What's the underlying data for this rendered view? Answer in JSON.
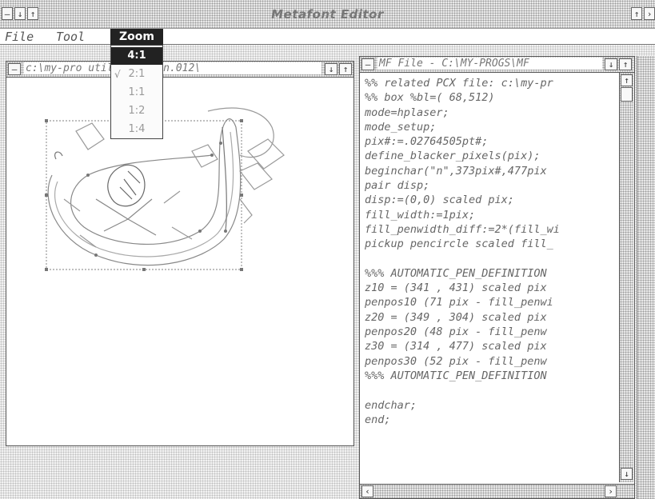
{
  "window": {
    "title": "Metafont Editor",
    "system_menu_icon": "system-menu-icon",
    "min_icon": "minimize-icon",
    "max_icon": "maximize-icon"
  },
  "menubar": {
    "items": [
      {
        "label": "File"
      },
      {
        "label": "Tool"
      }
    ],
    "open_menu": {
      "label": "Zoom"
    }
  },
  "zoom_menu": {
    "options": [
      {
        "label": "4:1",
        "selected": true,
        "checked": false
      },
      {
        "label": "2:1",
        "selected": false,
        "checked": true
      },
      {
        "label": "1:1",
        "selected": false,
        "checked": false
      },
      {
        "label": "1:2",
        "selected": false,
        "checked": false
      },
      {
        "label": "1:4",
        "selected": false,
        "checked": false
      }
    ],
    "check_glyph": "√"
  },
  "glyph_window": {
    "title": "c:\\my-pro       utils\\prj\\win.012\\"
  },
  "mf_window": {
    "title": "MF File - C:\\MY-PROGS\\MF",
    "lines": [
      "%% related PCX file: c:\\my-pr",
      "%% box %bl=( 68,512)",
      "mode=hplaser;",
      "mode_setup;",
      "pix#:=.02764505pt#;",
      "define_blacker_pixels(pix);",
      "beginchar(\"n\",373pix#,477pix",
      "pair disp;",
      "disp:=(0,0) scaled pix;",
      "fill_width:=1pix;",
      "fill_penwidth_diff:=2*(fill_wi",
      "pickup pencircle scaled fill_",
      "",
      "%%% AUTOMATIC_PEN_DEFINITION",
      "z10 = (341 , 431) scaled pix",
      "penpos10 (71 pix - fill_penwi",
      "z20 = (349 , 304) scaled pix",
      "penpos20 (48 pix - fill_penw",
      "z30 = (314 , 477) scaled pix",
      "penpos30 (52 pix - fill_penw",
      "%%% AUTOMATIC_PEN_DEFINITION",
      "",
      "endchar;",
      "end;"
    ]
  },
  "colors": {
    "menu_highlight": "#222222",
    "text": "#666666",
    "background": "#ffffff"
  }
}
